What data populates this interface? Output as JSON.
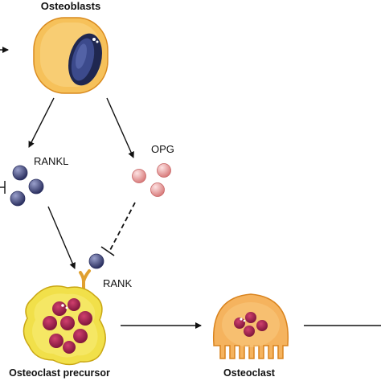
{
  "labels": {
    "osteoblasts": "Osteoblasts",
    "rankl": "RANKL",
    "opg": "OPG",
    "rank": "RANK",
    "precursor": "Osteoclast precursor",
    "osteoclast": "Osteoclast"
  },
  "colors": {
    "cell_fill": "#f6c15a",
    "cell_stroke": "#d98a1e",
    "nucleus_dark": "#222a55",
    "nucleus_blue": "#3c4a8c",
    "rankl_ball": "#3f4677",
    "opg_ball": "#f0a8a8",
    "precursor_fill": "#f1e04a",
    "precursor_nucleus": "#a8214f",
    "receptor": "#e0a030",
    "osteoclast_fill": "#f5b35e"
  },
  "icons": {
    "osteoblast": "osteoblast-cell-icon",
    "precursor": "osteoclast-precursor-cell-icon",
    "osteoclast": "osteoclast-cell-icon",
    "rankl": "rankl-molecule-icon",
    "opg": "opg-molecule-icon",
    "rank": "rank-receptor-icon"
  }
}
